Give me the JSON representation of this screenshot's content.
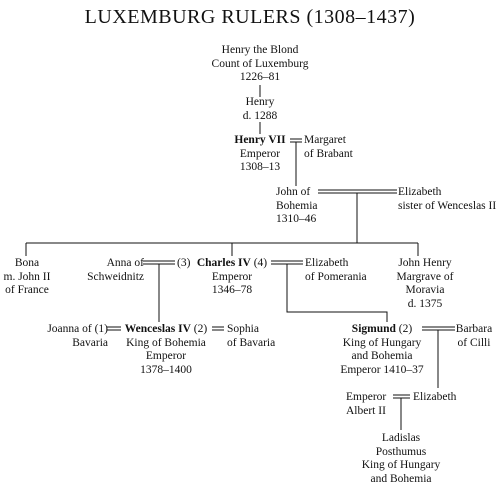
{
  "title": "LUXEMBURG RULERS (1308–1437)",
  "people": {
    "henry_blond": [
      "Henry the Blond",
      "Count of Luxemburg",
      "1226–81"
    ],
    "henry": [
      "Henry",
      "d. 1288"
    ],
    "henry_vii": {
      "name": "Henry VII",
      "lines": [
        "Emperor",
        "1308–13"
      ]
    },
    "margaret": [
      "Margaret",
      "of Brabant"
    ],
    "john_bohemia": [
      "John of",
      "Bohemia",
      "1310–46"
    ],
    "elizabeth_sister": [
      "Elizabeth",
      "sister of Wenceslas II"
    ],
    "bona": [
      "Bona",
      "m. John II",
      "of France"
    ],
    "anna": [
      "Anna of",
      "Schweidnitz"
    ],
    "anna_marker": "(3)",
    "charles_iv": {
      "name": "Charles IV",
      "suffix": "(4)",
      "lines": [
        "Emperor",
        "1346–78"
      ]
    },
    "elizabeth_pomerania": [
      "Elizabeth",
      "of Pomerania"
    ],
    "john_henry": [
      "John Henry",
      "Margrave of",
      "Moravia",
      "d. 1375"
    ],
    "joanna": [
      "Joanna of",
      "Bavaria"
    ],
    "joanna_marker": "(1)",
    "wenceslas_iv": {
      "name": "Wenceslas IV",
      "suffix": "(2)",
      "lines": [
        "King of Bohemia",
        "Emperor",
        "1378–1400"
      ]
    },
    "sophia": [
      "Sophia",
      "of Bavaria"
    ],
    "sigmund": {
      "name": "Sigmund",
      "suffix": "(2)",
      "lines": [
        "King of Hungary",
        "and Bohemia",
        "Emperor 1410–37"
      ]
    },
    "barbara": [
      "Barbara",
      "of Cilli"
    ],
    "albert": [
      "Emperor",
      "Albert II"
    ],
    "elizabeth_daughter": [
      "Elizabeth"
    ],
    "ladislas": [
      "Ladislas",
      "Posthumus",
      "King of Hungary",
      "and Bohemia"
    ]
  }
}
